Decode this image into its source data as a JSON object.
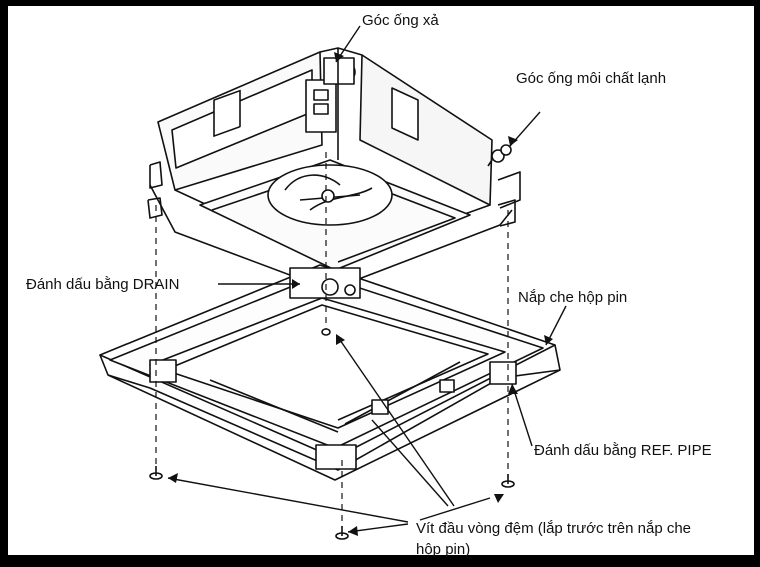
{
  "labels": {
    "drain_pipe_corner": "Góc ống xả",
    "refrigerant_pipe_corner": "Góc ống môi chất lạnh",
    "drain_mark": "Đánh dấu bằng DRAIN",
    "battery_box_cover": "Nắp che hộp pin",
    "ref_pipe_mark": "Đánh dấu bằng REF. PIPE",
    "washer_head_screw": "Vít đầu vòng đệm (lắp trước trên nắp che hộp pin)"
  },
  "colors": {
    "frame": "#000000",
    "paper": "#ffffff",
    "ink": "#111111"
  }
}
